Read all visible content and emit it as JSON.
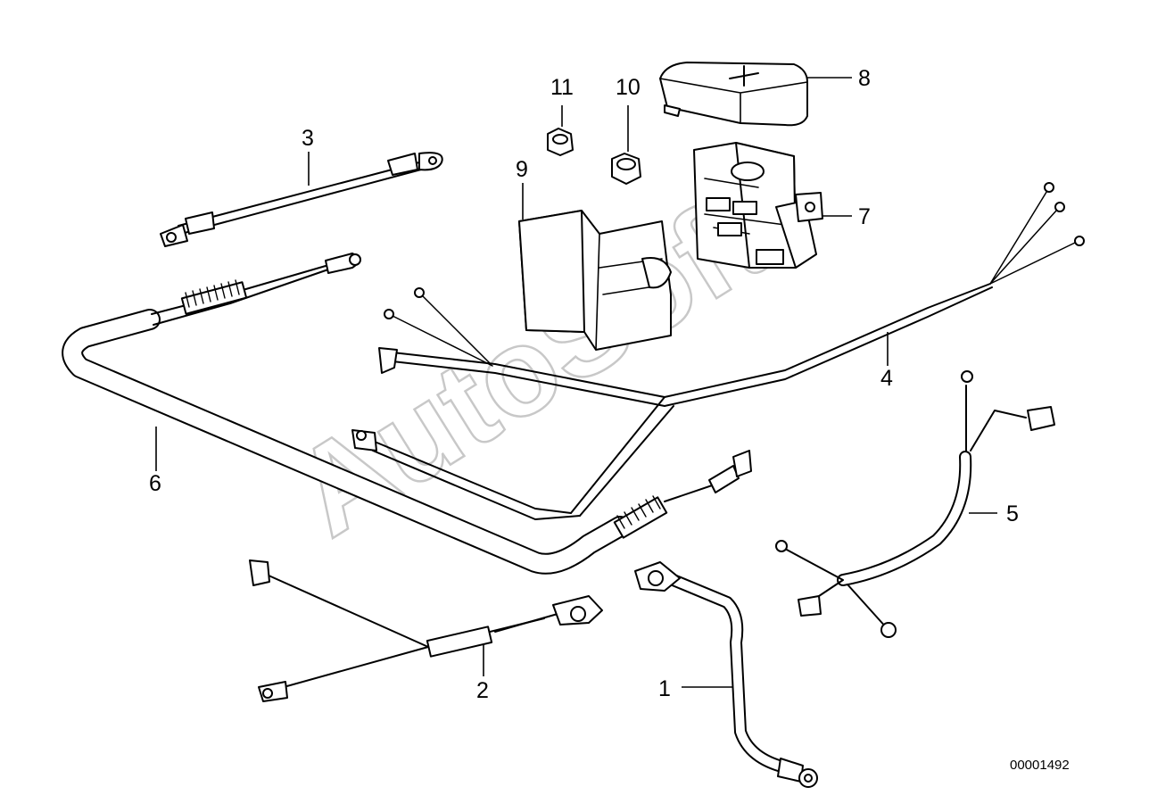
{
  "diagram": {
    "watermark": "AutoSoft",
    "drawing_number": "00001492",
    "callouts": [
      {
        "id": "1",
        "label": "1"
      },
      {
        "id": "2",
        "label": "2"
      },
      {
        "id": "3",
        "label": "3"
      },
      {
        "id": "4",
        "label": "4"
      },
      {
        "id": "5",
        "label": "5"
      },
      {
        "id": "6",
        "label": "6"
      },
      {
        "id": "7",
        "label": "7"
      },
      {
        "id": "8",
        "label": "8"
      },
      {
        "id": "9",
        "label": "9"
      },
      {
        "id": "10",
        "label": "10"
      },
      {
        "id": "11",
        "label": "11"
      }
    ]
  }
}
